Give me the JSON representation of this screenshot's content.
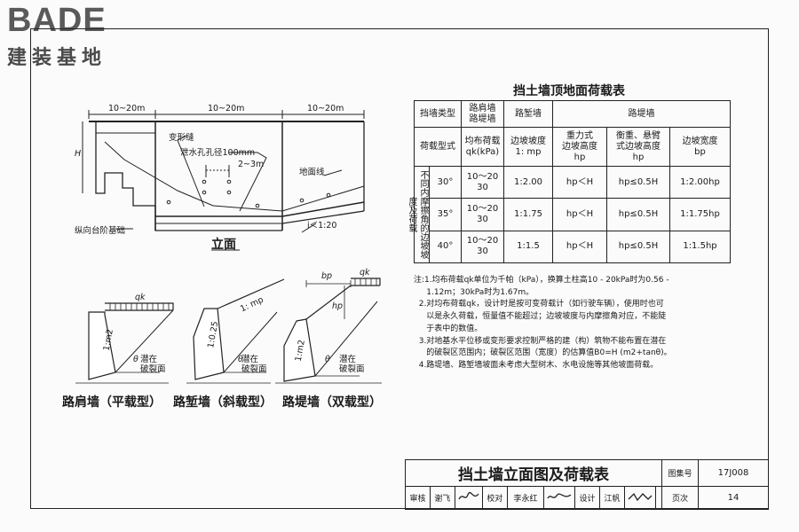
{
  "logo": {
    "brand": "BADE",
    "name": "建装基地"
  },
  "table_title": "挡土墙顶地面荷载表",
  "load_table": {
    "h_wall_type": "挡墙类型",
    "h_shoulder": "路肩墙\n路堤墙",
    "h_cut": "路堑墙",
    "h_embank": "路堤墙",
    "h_load_type": "荷载型式",
    "h_qk": "均布荷载\nqk(kPa)",
    "h_slope": "边坡坡度\n1: mp",
    "h_gravity": "重力式\n边坡高度\nhp",
    "h_cantilever": "衡重、悬臂\n式边坡高度\nhp",
    "h_width": "边坡宽度\nbp",
    "side_label": "不同内摩擦角的边坡坡度及荷载",
    "rows": [
      {
        "angle": "30°",
        "qk": "10～20\n30",
        "slope": "1:2.00",
        "gravity": "hp＜H",
        "cantilever": "hp≤0.5H",
        "width": "1:2.00hp"
      },
      {
        "angle": "35°",
        "qk": "10～20\n30",
        "slope": "1:1.75",
        "gravity": "hp＜H",
        "cantilever": "hp≤0.5H",
        "width": "1:1.75hp"
      },
      {
        "angle": "40°",
        "qk": "10～20\n30",
        "slope": "1:1.5",
        "gravity": "hp＜H",
        "cantilever": "hp≤0.5H",
        "width": "1:1.5hp"
      }
    ]
  },
  "notes": [
    "注:1.均布荷载qk单位为千帕（kPa），换算土柱高10 - 20kPa时为0.56 -",
    "     1.12m；30kPa时为1.67m。",
    "  2.对均布荷载qk，设计时是按可变荷载计（如行驶车辆），使用时也可",
    "     以是永久荷载，恒量值不能超过；边坡坡度与内摩擦角对应，不能陡",
    "     于表中的数值。",
    "  3.对地基水平位移或变形要求控制严格的建（构）筑物不能布置在潜在",
    "     的破裂区范围内；破裂区范围（宽度）的估算值B0=H (m2+tanθ)。",
    "  4.路堤墙、路堑墙坡面未考虑大型树木、水电设施等其他坡面荷载。"
  ],
  "elevation": {
    "dim1": "10~20m",
    "dim2": "10~20m",
    "dim3": "10~20m",
    "H": "H",
    "joint": "变形缝",
    "hole": "泄水孔孔径100mm",
    "spacing": "2~3m",
    "ground": "地面线",
    "step": "纵向台阶基础",
    "slope": "i＜1:20",
    "caption": "立面"
  },
  "sections": {
    "a_caption": "路肩墙（平载型）",
    "b_caption": "路堑墙（斜载型）",
    "c_caption": "路堤墙（双载型）",
    "qk": "qk",
    "theta": "θ",
    "m2": "1:m2",
    "ratio": "1:0.25",
    "mp": "1: mp",
    "bp": "bp",
    "hp": "hp",
    "fracture": "潜在\n破裂面"
  },
  "title_block": {
    "title": "挡土墙立面图及荷载表",
    "atlas_label": "图集号",
    "atlas_no": "17J008",
    "review": "审核",
    "reviewer": "谢飞",
    "check": "校对",
    "checker": "李永红",
    "design": "设计",
    "designer": "江帆",
    "page_label": "页次",
    "page_no": "14"
  }
}
